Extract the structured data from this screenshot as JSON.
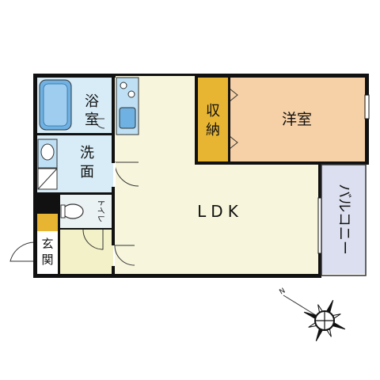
{
  "rooms": {
    "bath": "浴室",
    "washroom": "洗面",
    "toilet": "トイレ",
    "entrance": "玄関",
    "ldk": "LDK",
    "storage": "収納",
    "western_room": "洋室",
    "balcony": "バルコニー"
  },
  "compass": {
    "north_label": "N"
  },
  "colors": {
    "ldk": "#f7f6dc",
    "western_room": "#f6d0a6",
    "storage": "#e8b532",
    "wet_areas": "#d7ecf7",
    "toilet": "#eaf2f4",
    "entrance": "#f3f1c8",
    "balcony": "#dcdfef",
    "fixtures": "#6fb1e2",
    "wall": "#111111"
  }
}
